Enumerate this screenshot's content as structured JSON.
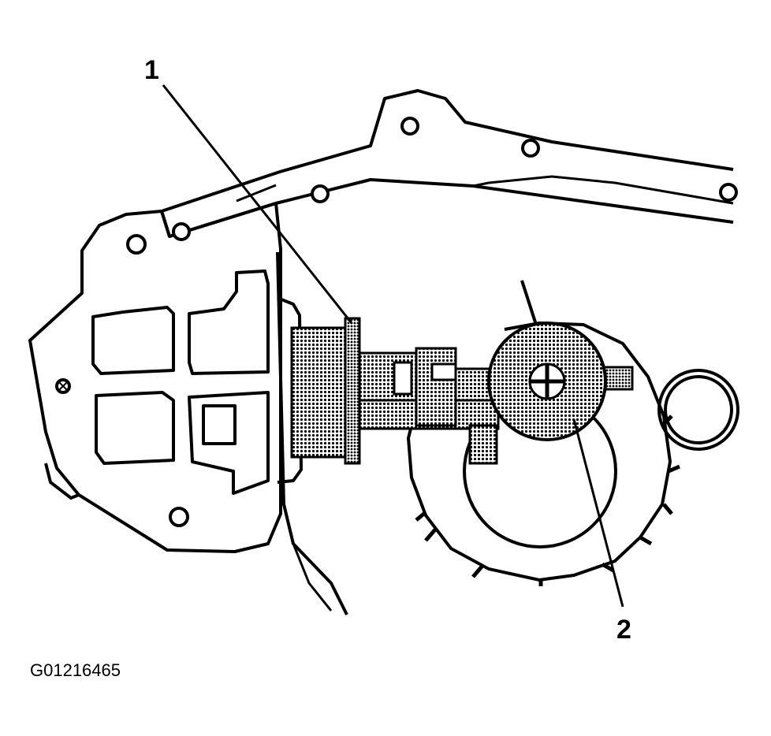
{
  "callouts": {
    "one": "1",
    "two": "2"
  },
  "figure_id": "G01216465",
  "colors": {
    "line": "#000000",
    "paper": "#ffffff",
    "hatch": "#555555"
  }
}
